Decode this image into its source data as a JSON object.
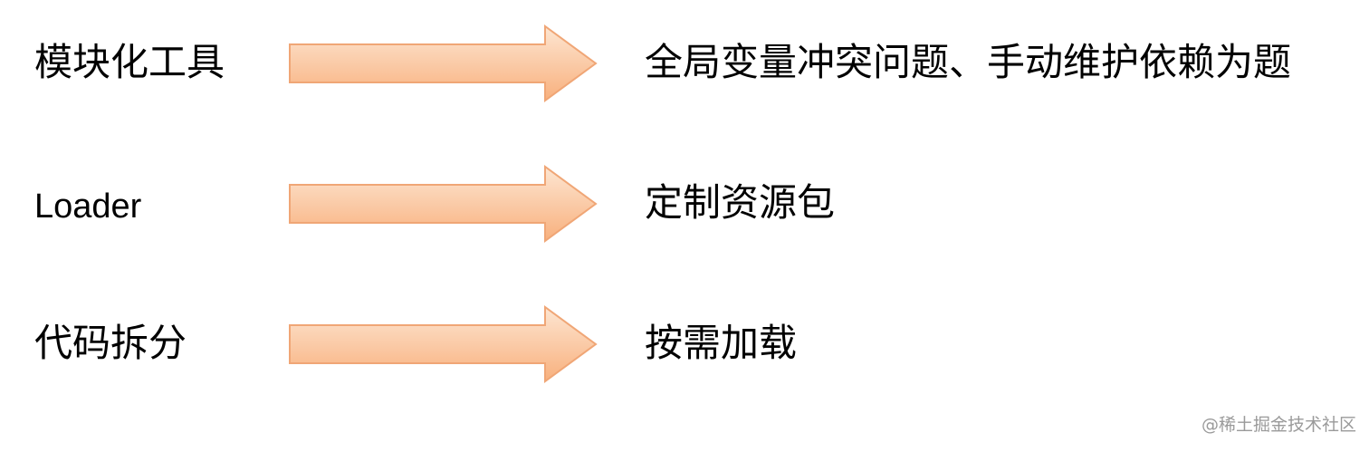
{
  "rows": [
    {
      "left": "模块化工具",
      "right": "全局变量冲突问题、手动维护依赖为题"
    },
    {
      "left": "Loader",
      "right": "定制资源包"
    },
    {
      "left": "代码拆分",
      "right": "按需加载"
    }
  ],
  "arrow_colors": {
    "fill_light": "#fde6d2",
    "fill_dark": "#f8b07d",
    "stroke": "#f0a676"
  },
  "watermark": "@稀土掘金技术社区"
}
